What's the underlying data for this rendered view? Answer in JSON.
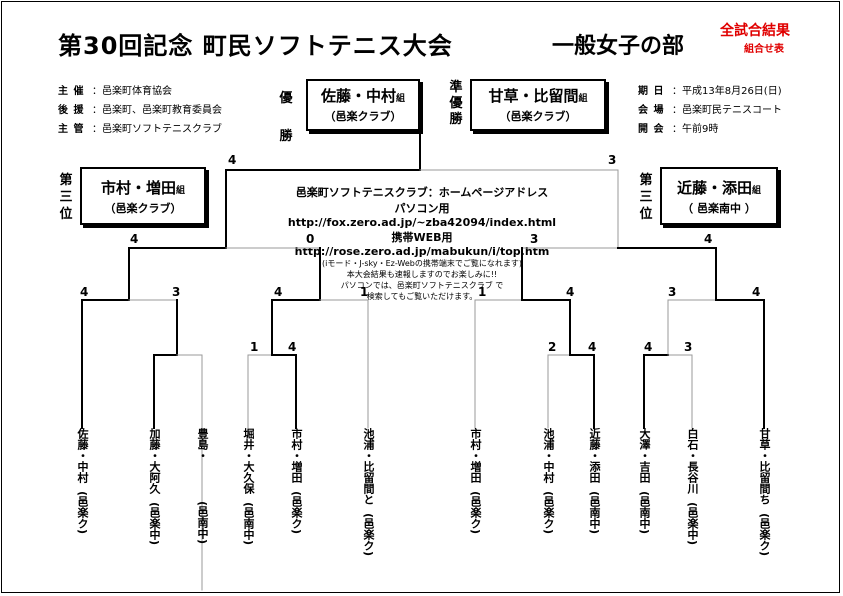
{
  "header": {
    "title": "第30回記念 町民ソフトテニス大会",
    "division": "一般女子の部",
    "result_label": "全試合結果",
    "result_sub": "組合せ表"
  },
  "info_left": [
    {
      "key": "主 催",
      "value": "：邑楽町体育協会"
    },
    {
      "key": "後 援",
      "value": "：邑楽町、邑楽町教育委員会"
    },
    {
      "key": "主 管",
      "value": "：邑楽町ソフトテニスクラブ"
    }
  ],
  "info_right": [
    {
      "key": "期 日",
      "value": "：平成13年8月26日(日)"
    },
    {
      "key": "会 場",
      "value": "：邑楽町民テニスコート"
    },
    {
      "key": "開 会",
      "value": "：午前9時"
    }
  ],
  "winner": {
    "label": "優勝",
    "names": "佐藤・中村",
    "suffix": "組",
    "club": "（邑楽クラブ）"
  },
  "runner_up": {
    "label": "準優勝",
    "names": "甘草・比留間",
    "suffix": "組",
    "club": "（邑楽クラブ）"
  },
  "third_left": {
    "label": "第三位",
    "names": "市村・増田",
    "suffix": "組",
    "club": "（邑楽クラブ）"
  },
  "third_right": {
    "label": "第三位",
    "names": "近藤・添田",
    "suffix": "組",
    "club": "（ 邑楽南中 ）"
  },
  "homepage": {
    "heading": "邑楽町ソフトテニスクラブ：ホームページアドレス",
    "pc": "パソコン用　http://fox.zero.ad.jp/~zba42094/index.html",
    "mobile": "携帯WEB用　http://rose.zero.ad.jp/mabukun/i/top.htm",
    "note1": "(iモード・J-sky・Ez-Webの携帯端末でご覧になれます)",
    "note2": "本大会結果も速報しますのでお楽しみに!!",
    "note3": "パソコンでは、邑楽町ソフトテニスクラブ で",
    "note4": "検索してもご覧いただけます。"
  },
  "scores": {
    "final_left": "4",
    "final_right": "3",
    "sf_left_top": "4",
    "sf_left_bottom": "0",
    "sf_right_bottom": "3",
    "sf_right_top": "4",
    "q1": "4",
    "q2": "3",
    "q3": "4",
    "q4": "1",
    "q5": "1",
    "q6": "4",
    "q7": "3",
    "q8": "4",
    "r1a": "1",
    "r1b": "4",
    "r2a": "2",
    "r2b": "4",
    "r3a": "4",
    "r3b": "3"
  },
  "players": [
    {
      "names": "佐藤・中村",
      "club": "(邑楽ク)"
    },
    {
      "names": "加藤・大阿久",
      "club": "(邑楽中)"
    },
    {
      "names": "豊島・",
      "club": "(邑南中)"
    },
    {
      "names": "堀井・大久保",
      "club": "(邑南中)"
    },
    {
      "names": "市村・増田",
      "club": "(邑楽ク)"
    },
    {
      "names": "池浦・比留間と",
      "club": "(邑楽ク)"
    },
    {
      "names": "市村・増田",
      "club": "(邑楽ク)"
    },
    {
      "names": "池浦・中村",
      "club": "(邑楽ク)"
    },
    {
      "names": "近藤・添田",
      "club": "(邑南中)"
    },
    {
      "names": "大澤・吉田",
      "club": "(邑南中)"
    },
    {
      "names": "白石・長谷川",
      "club": "(邑楽中)"
    },
    {
      "names": "甘草・比留間ち",
      "club": "(邑楽ク)"
    }
  ]
}
